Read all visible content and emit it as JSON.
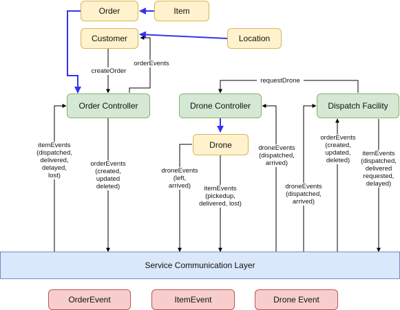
{
  "nodes": {
    "order": "Order",
    "item": "Item",
    "customer": "Customer",
    "location": "Location",
    "order_controller": "Order Controller",
    "drone_controller": "Drone Controller",
    "dispatch_facility": "Dispatch Facility",
    "drone": "Drone",
    "service_layer": "Service Communication Layer",
    "order_event": "OrderEvent",
    "item_event": "ItemEvent",
    "drone_event": "Drone Event"
  },
  "edge_labels": {
    "create_order": "createOrder",
    "order_events_top": "orderEvents",
    "request_drone": "requestDrone",
    "item_events_left": "itemEvents\n(dispatched,\ndelivered,\ndelayed,\nlost)",
    "order_events_mid": "orderEvents\n(created,\nupdated\ndeleted)",
    "drone_events_drone": "droneEvents\n(left,\narrived)",
    "item_events_drone": "itemEvents\n(pickedup,\ndelivered, lost)",
    "drone_events_ctrl": "droneEvents\n(dispatched,\narrived)",
    "drone_events_dispatch": "droneEvents\n(dispatched,\narrived)",
    "order_events_dispatch": "orderEvents\n(created,\nupdated,\ndeleted)",
    "item_events_dispatch": "itemEvents\n(dispatched,\ndelivered\nrequested,\ndelayed)"
  },
  "colors": {
    "entity_fill": "#fff2cc",
    "controller_fill": "#d5e8d4",
    "layer_fill": "#dae8fc",
    "event_fill": "#f8cecc",
    "blue_arrow": "#3333ee",
    "black_arrow": "#000000"
  }
}
